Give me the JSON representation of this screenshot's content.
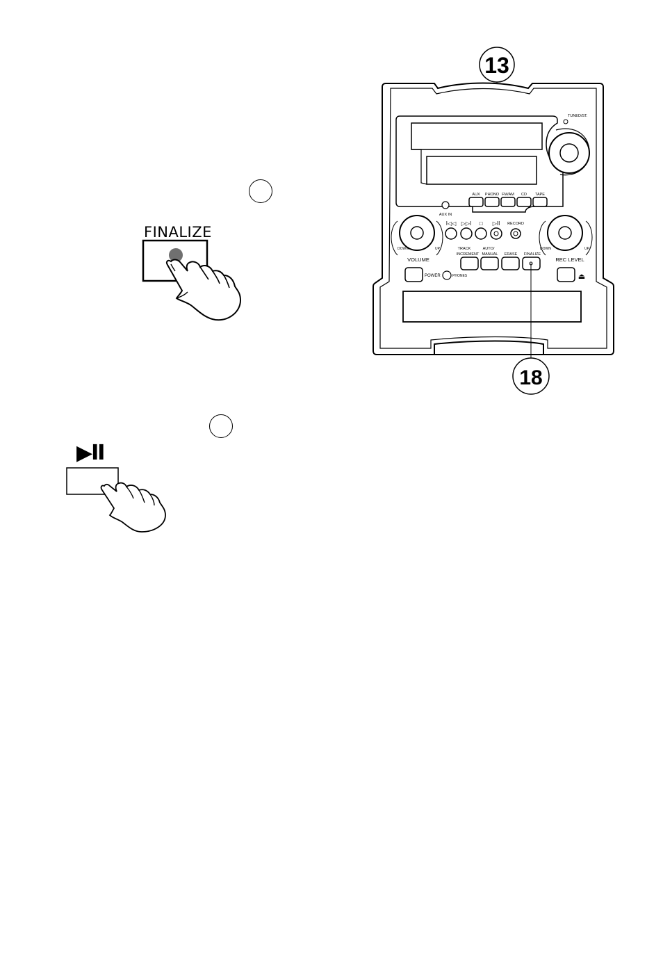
{
  "steps": {
    "finalize_step": {
      "button_label": "FINALIZE"
    },
    "play_step": {
      "button_label": "▶II"
    }
  },
  "callouts": {
    "top": "13",
    "bottom": "18"
  },
  "device": {
    "tuned_st": "TUNED/ST.",
    "source_buttons": [
      "AUX",
      "PHONO",
      "FM/AM",
      "CD",
      "TAPE"
    ],
    "aux_in": "AUX IN",
    "transport_symbols": [
      "I◁◁",
      "▷▷I",
      "□",
      "▷II"
    ],
    "record_label": "RECORD",
    "knob_left": {
      "down": "DOWN",
      "up": "UP",
      "name": "VOLUME"
    },
    "knob_right": {
      "down": "DOWN",
      "up": "UP",
      "name": "REC  LEVEL"
    },
    "function_buttons": {
      "track_increment": [
        "TRACK",
        "INCREMENT"
      ],
      "auto_manual": [
        "AUTO/",
        "MANUAL"
      ],
      "erase": "ERASE",
      "finalize": "FINALIZE"
    },
    "power": "POWER",
    "phones": "PHONES",
    "eject_symbol": "⏏"
  }
}
